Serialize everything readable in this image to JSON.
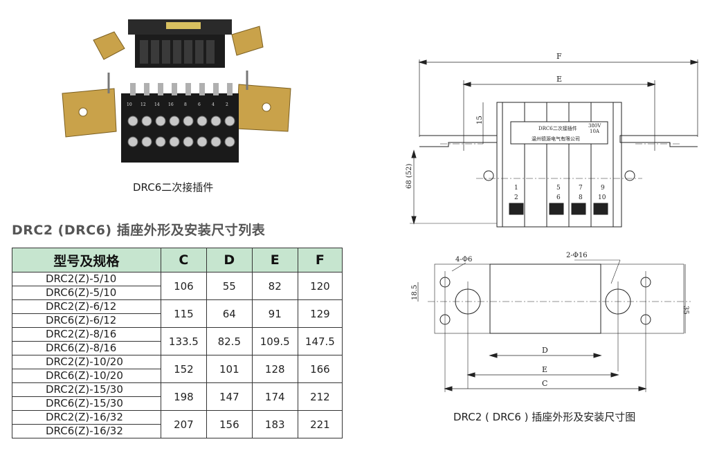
{
  "photo": {
    "caption": "DRC6二次接插件",
    "terminal_numbers": [
      "10",
      "12",
      "14",
      "16",
      "8",
      "6",
      "4",
      "2"
    ]
  },
  "table": {
    "title": "DRC2 (DRC6) 插座外形及安装尺寸列表",
    "headers": [
      "型号及规格",
      "C",
      "D",
      "E",
      "F"
    ],
    "groups": [
      {
        "models": [
          "DRC2(Z)-5/10",
          "DRC6(Z)-5/10"
        ],
        "C": "106",
        "D": "55",
        "E": "82",
        "F": "120"
      },
      {
        "models": [
          "DRC2(Z)-6/12",
          "DRC6(Z)-6/12"
        ],
        "C": "115",
        "D": "64",
        "E": "91",
        "F": "129"
      },
      {
        "models": [
          "DRC2(Z)-8/16",
          "DRC6(Z)-8/16"
        ],
        "C": "133.5",
        "D": "82.5",
        "E": "109.5",
        "F": "147.5"
      },
      {
        "models": [
          "DRC2(Z)-10/20",
          "DRC6(Z)-10/20"
        ],
        "C": "152",
        "D": "101",
        "E": "128",
        "F": "166"
      },
      {
        "models": [
          "DRC2(Z)-15/30",
          "DRC6(Z)-15/30"
        ],
        "C": "198",
        "D": "147",
        "E": "174",
        "F": "212"
      },
      {
        "models": [
          "DRC2(Z)-16/32",
          "DRC6(Z)-16/32"
        ],
        "C": "207",
        "D": "156",
        "E": "183",
        "F": "221"
      }
    ]
  },
  "drawing_top": {
    "dim_f": "F",
    "dim_e": "E",
    "dim_15": "15",
    "dim_68": "68 (52)",
    "label_line1": "DRC6二次接插件",
    "label_rating1": "380V",
    "label_rating2": "10A",
    "label_line2": "温州德源电气有限公司",
    "terminals_top": [
      "1",
      "5",
      "7",
      "9"
    ],
    "terminals_bottom": [
      "2",
      "6",
      "8",
      "10"
    ]
  },
  "drawing_bottom": {
    "hole_small": "4-Φ6",
    "hole_large": "2-Φ16",
    "dim_185": "18.5",
    "dim_35": "35",
    "dim_d": "D",
    "dim_e": "E",
    "dim_c": "C"
  },
  "drawing_caption": "DRC2 ( DRC6 ) 插座外形及安装尺寸图"
}
